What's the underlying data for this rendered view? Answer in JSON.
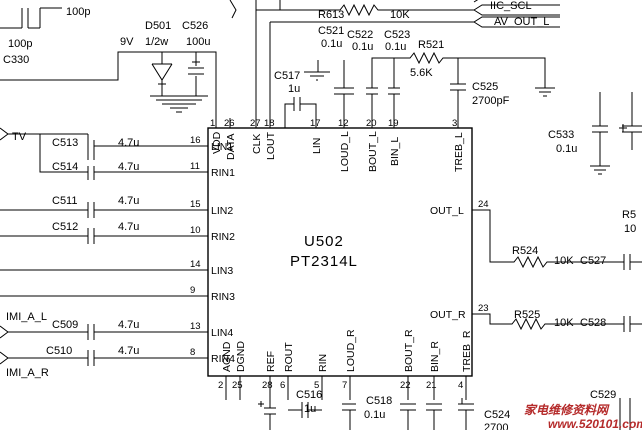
{
  "top": {
    "c330_value": "100p",
    "c330_value2": "100p",
    "c330_ref": "C330",
    "r613_ref": "R613",
    "r613_value": "10K",
    "iic_scl": "IIC_SCL",
    "av_out_l": "AV_OUT_L",
    "d501_ref": "D501",
    "d501_value": "1/2w",
    "c526_ref": "C526",
    "c526_value": "100u",
    "supply_9v": "9V",
    "c521_ref": "C521",
    "c521_value": "0.1u",
    "c522_ref": "C522",
    "c522_value": "0.1u",
    "c523_ref": "C523",
    "c523_value": "0.1u",
    "r521_ref": "R521",
    "r521_value": "5.6K",
    "c525_ref": "C525",
    "c525_value": "2700pF",
    "c517_ref": "C517",
    "c517_value": "1u"
  },
  "right": {
    "c533_ref": "C533",
    "c533_value": "0.1u",
    "r5_partial": "R5",
    "r5_value_partial": "10",
    "r524_ref": "R524",
    "r524_value": "10K",
    "c527_ref": "C527",
    "r525_ref": "R525",
    "r525_value": "10K",
    "c528_ref": "C528",
    "c529_ref": "C529",
    "c524_ref": "C524",
    "c524_value": "2700"
  },
  "left": {
    "tv_label": "TV",
    "c513_ref": "C513",
    "c513_value": "4.7u",
    "c514_ref": "C514",
    "c514_value": "4.7u",
    "c511_ref": "C511",
    "c511_value": "4.7u",
    "c512_ref": "C512",
    "c512_value": "4.7u",
    "c509_ref": "C509",
    "c509_value": "4.7u",
    "c510_ref": "C510",
    "c510_value": "4.7u",
    "imi_a_l": "IMI_A_L",
    "imi_a_r": "IMI_A_R"
  },
  "ic": {
    "ref": "U502",
    "part": "PT2314L",
    "top_pins": [
      {
        "num": "1",
        "name": "VDD"
      },
      {
        "num": "26",
        "name": "DATA"
      },
      {
        "num": "27",
        "name": "CLK"
      },
      {
        "num": "18",
        "name": "LOUT"
      },
      {
        "num": "17",
        "name": "LIN"
      },
      {
        "num": "12",
        "name": "LOUD_L"
      },
      {
        "num": "20",
        "name": "BOUT_L"
      },
      {
        "num": "19",
        "name": "BIN_L"
      },
      {
        "num": "3",
        "name": "TREB_L"
      }
    ],
    "left_pins": [
      {
        "num": "16",
        "name": "LIN1"
      },
      {
        "num": "11",
        "name": "RIN1"
      },
      {
        "num": "15",
        "name": "LIN2"
      },
      {
        "num": "10",
        "name": "RIN2"
      },
      {
        "num": "14",
        "name": "LIN3"
      },
      {
        "num": "9",
        "name": "RIN3"
      },
      {
        "num": "13",
        "name": "LIN4"
      },
      {
        "num": "8",
        "name": "RIN4"
      }
    ],
    "right_pins": [
      {
        "num": "24",
        "name": "OUT_L"
      },
      {
        "num": "23",
        "name": "OUT_R"
      }
    ],
    "bottom_pins": [
      {
        "num": "2",
        "name": "AGND"
      },
      {
        "num": "25",
        "name": "DGND"
      },
      {
        "num": "28",
        "name": "REF"
      },
      {
        "num": "6",
        "name": "ROUT"
      },
      {
        "num": "5",
        "name": "RIN"
      },
      {
        "num": "7",
        "name": "LOUD_R"
      },
      {
        "num": "22",
        "name": "BOUT_R"
      },
      {
        "num": "21",
        "name": "BIN_R"
      },
      {
        "num": "4",
        "name": "TREB_R"
      }
    ]
  },
  "bottom": {
    "c516_ref": "C516",
    "c516_value": "1u",
    "c518_ref": "C518",
    "c518_value": "0.1u"
  },
  "watermark": {
    "text_cn": "家电维修资料网",
    "url": "www.520101.com"
  }
}
